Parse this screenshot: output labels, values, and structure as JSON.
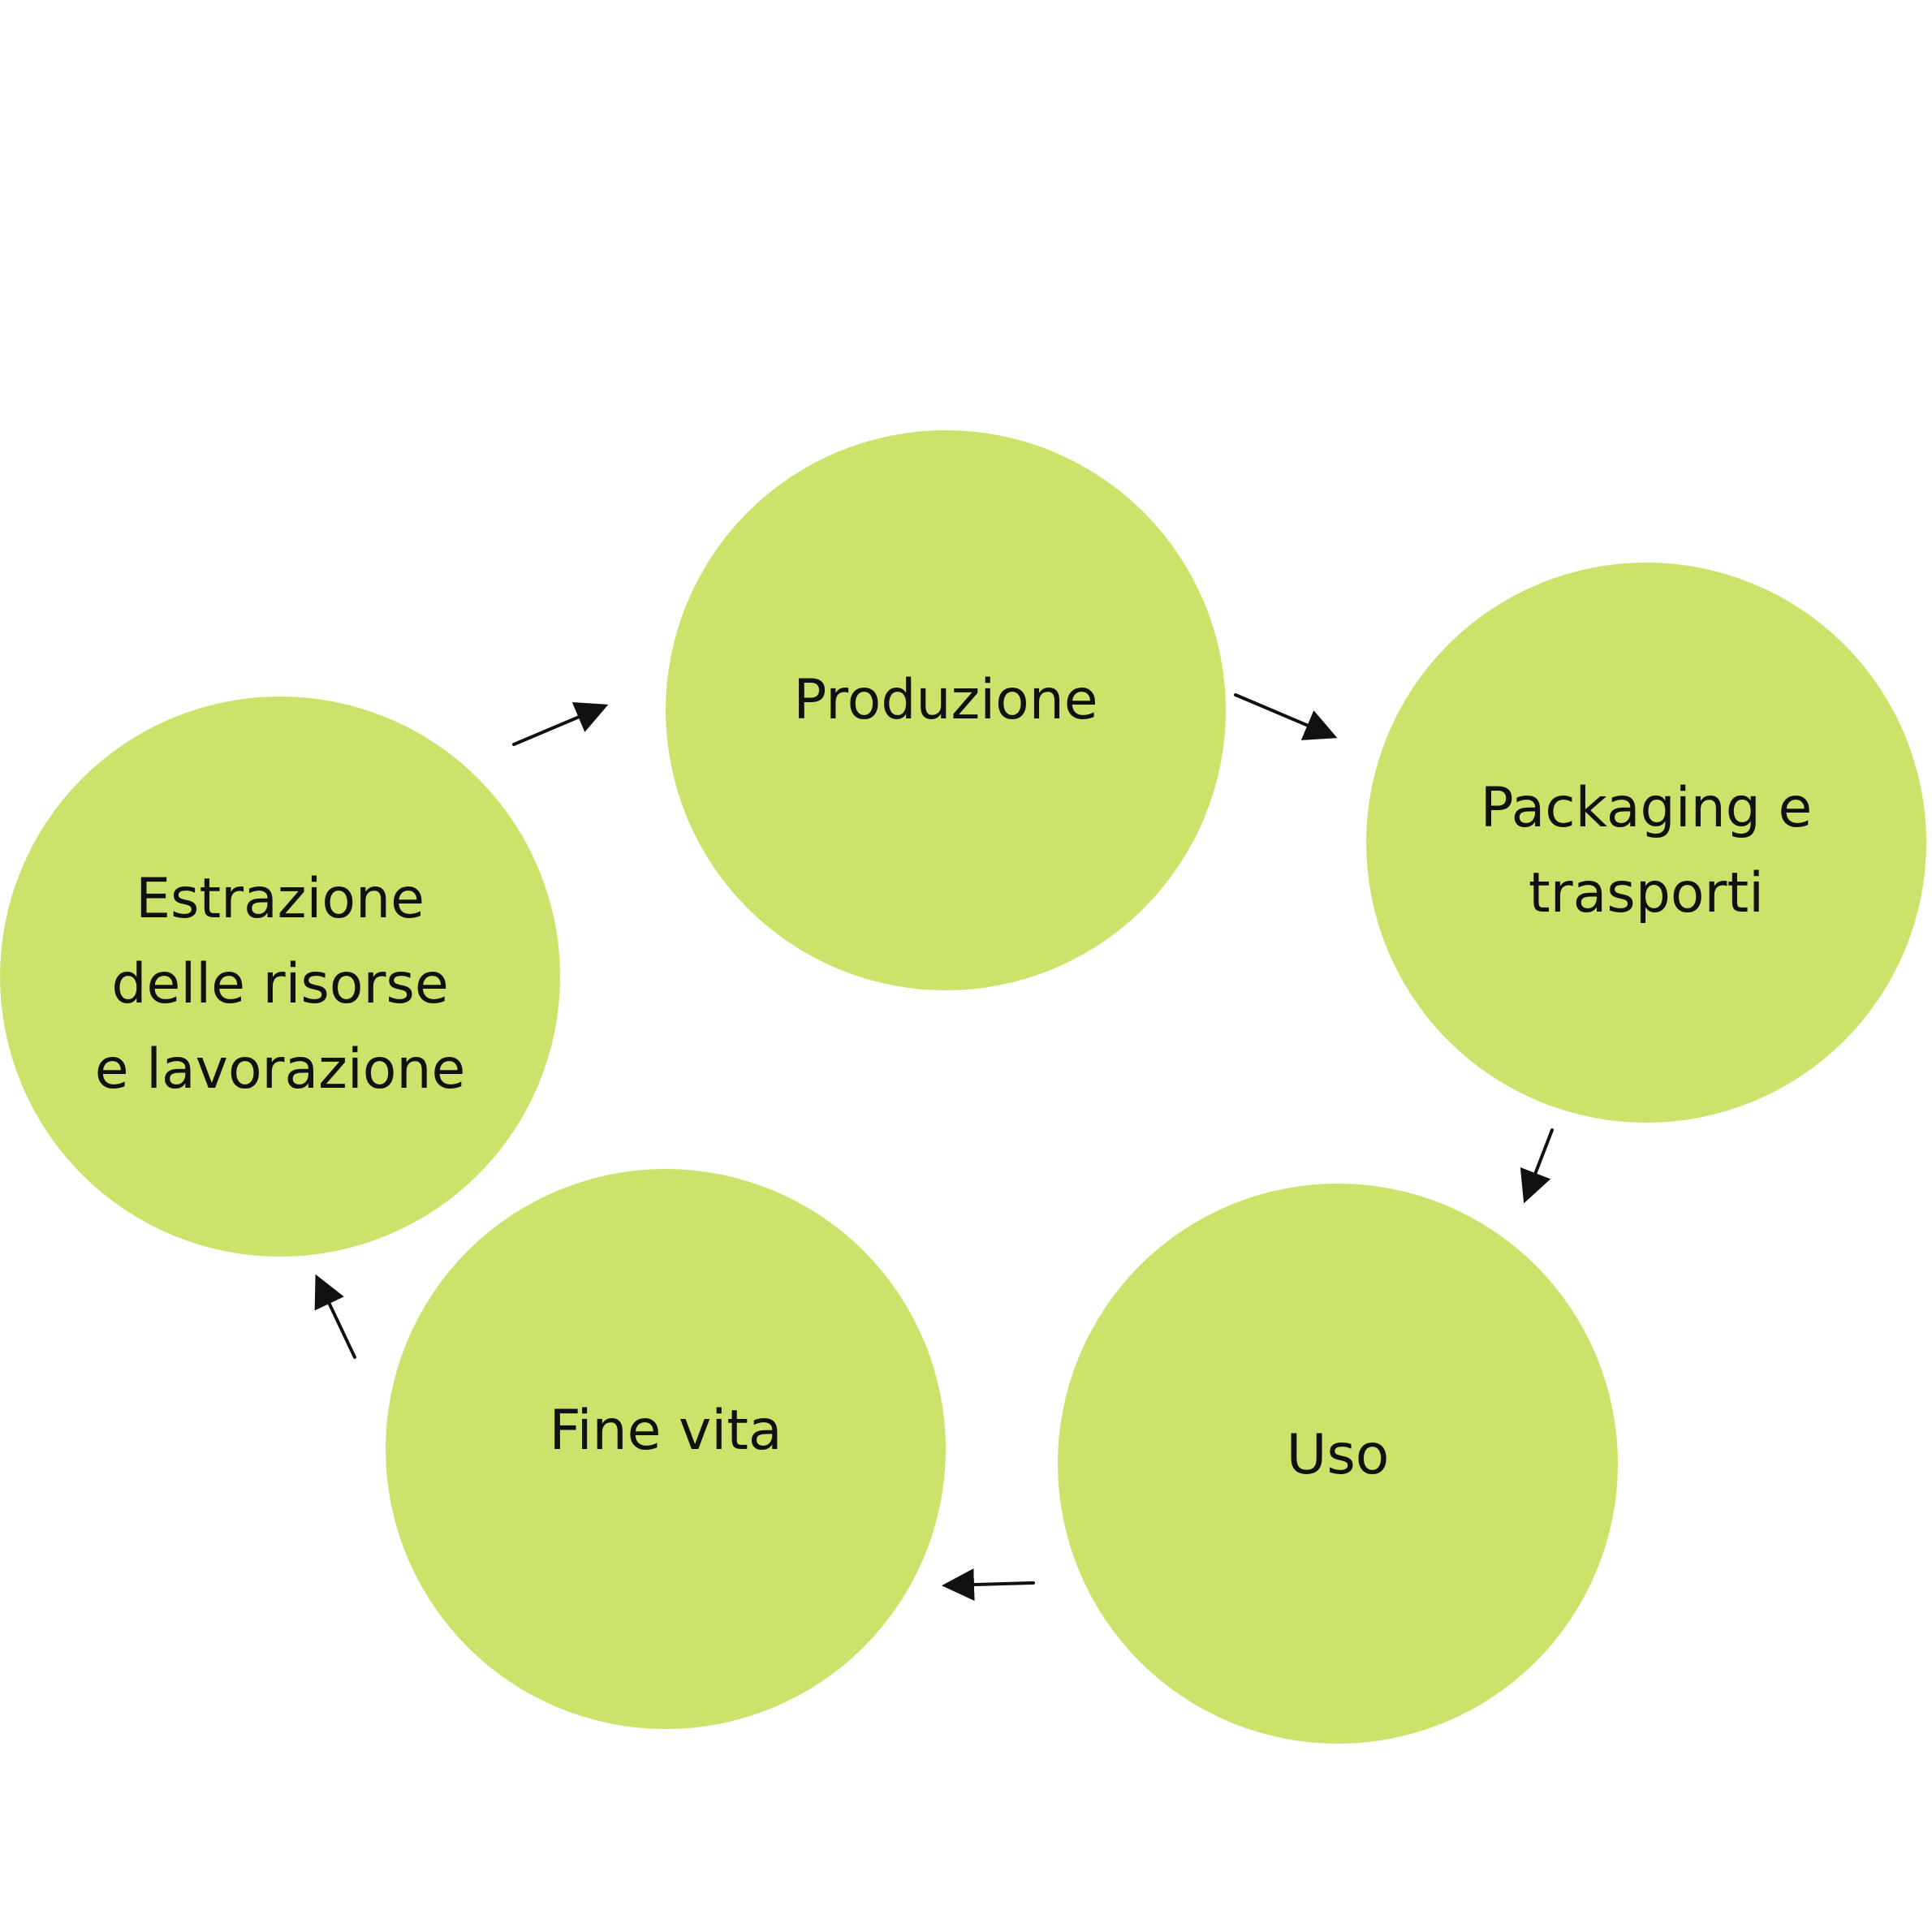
{
  "diagram": {
    "node_color": "#cbe36a",
    "arrow_color": "#111111",
    "nodes": {
      "produzione": {
        "lines": [
          "Produzione"
        ]
      },
      "packaging": {
        "lines": [
          "Packaging e",
          "trasporti"
        ]
      },
      "uso": {
        "lines": [
          "Uso"
        ]
      },
      "fine_vita": {
        "lines": [
          "Fine vita"
        ]
      },
      "estrazione": {
        "lines": [
          "Estrazione",
          "delle risorse",
          "e lavorazione"
        ]
      }
    },
    "edges": [
      {
        "from": "estrazione",
        "to": "produzione"
      },
      {
        "from": "produzione",
        "to": "packaging"
      },
      {
        "from": "packaging",
        "to": "uso"
      },
      {
        "from": "uso",
        "to": "fine_vita"
      },
      {
        "from": "fine_vita",
        "to": "estrazione"
      }
    ]
  }
}
